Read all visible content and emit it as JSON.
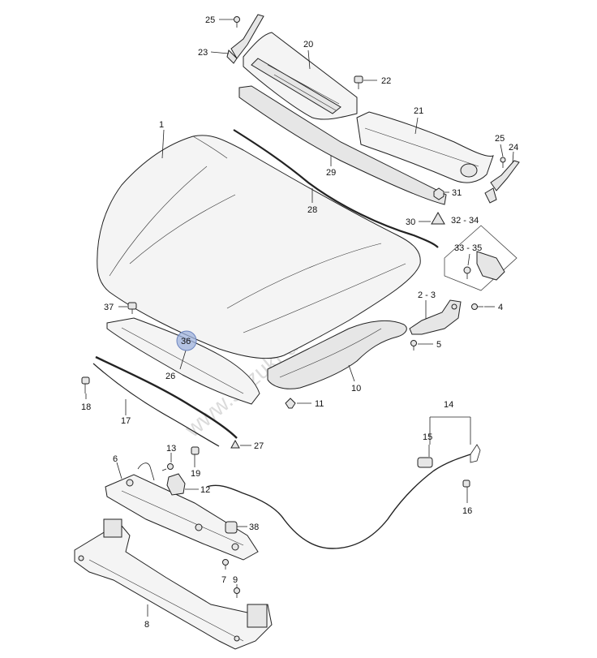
{
  "watermark": "www.suzuki-diely.sk",
  "highlight_color": "#9fb3dd",
  "callouts": [
    {
      "id": "c1",
      "text": "1"
    },
    {
      "id": "c2_3",
      "text": "2 - 3"
    },
    {
      "id": "c4",
      "text": "4"
    },
    {
      "id": "c5",
      "text": "5"
    },
    {
      "id": "c6",
      "text": "6"
    },
    {
      "id": "c7",
      "text": "7"
    },
    {
      "id": "c8",
      "text": "8"
    },
    {
      "id": "c9",
      "text": "9"
    },
    {
      "id": "c10",
      "text": "10"
    },
    {
      "id": "c11",
      "text": "11"
    },
    {
      "id": "c12",
      "text": "12"
    },
    {
      "id": "c13",
      "text": "13"
    },
    {
      "id": "c14",
      "text": "14"
    },
    {
      "id": "c15",
      "text": "15"
    },
    {
      "id": "c16",
      "text": "16"
    },
    {
      "id": "c17",
      "text": "17"
    },
    {
      "id": "c18",
      "text": "18"
    },
    {
      "id": "c19",
      "text": "19"
    },
    {
      "id": "c20",
      "text": "20"
    },
    {
      "id": "c21",
      "text": "21"
    },
    {
      "id": "c22",
      "text": "22"
    },
    {
      "id": "c23",
      "text": "23"
    },
    {
      "id": "c24",
      "text": "24"
    },
    {
      "id": "c25a",
      "text": "25"
    },
    {
      "id": "c25b",
      "text": "25"
    },
    {
      "id": "c26",
      "text": "26"
    },
    {
      "id": "c27",
      "text": "27"
    },
    {
      "id": "c28",
      "text": "28"
    },
    {
      "id": "c29",
      "text": "29"
    },
    {
      "id": "c30",
      "text": "30"
    },
    {
      "id": "c31",
      "text": "31"
    },
    {
      "id": "c32_34",
      "text": "32 - 34"
    },
    {
      "id": "c33_35",
      "text": "33 - 35"
    },
    {
      "id": "c36",
      "text": "36"
    },
    {
      "id": "c37",
      "text": "37"
    },
    {
      "id": "c38",
      "text": "38"
    }
  ]
}
